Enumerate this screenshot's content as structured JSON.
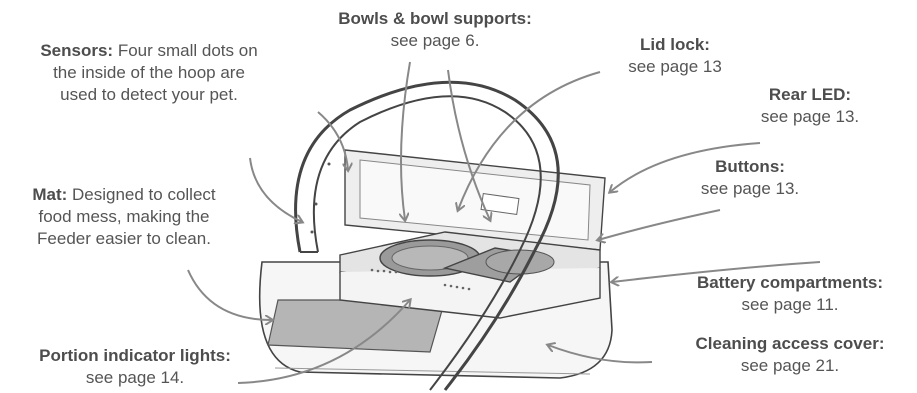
{
  "labels": {
    "sensors": {
      "title": "Sensors:",
      "lines": [
        " Four small dots on",
        "the inside of the hoop are",
        "used to detect your pet."
      ]
    },
    "bowls": {
      "title": "Bowls & bowl supports:",
      "ref": "see page 6."
    },
    "lid_lock": {
      "title": "Lid lock:",
      "ref": "see page 13"
    },
    "rear_led": {
      "title": "Rear LED:",
      "ref": "see page 13."
    },
    "buttons": {
      "title": "Buttons:",
      "ref": "see page 13."
    },
    "mat": {
      "title": "Mat:",
      "lines": [
        " Designed to collect",
        "food mess, making the",
        "Feeder easier to clean."
      ]
    },
    "battery": {
      "title": "Battery compartments:",
      "ref": "see page 11."
    },
    "cleaning": {
      "title": "Cleaning access cover:",
      "ref": "see page 21."
    },
    "portion": {
      "title": "Portion indicator lights:",
      "ref": "see page 14."
    }
  }
}
